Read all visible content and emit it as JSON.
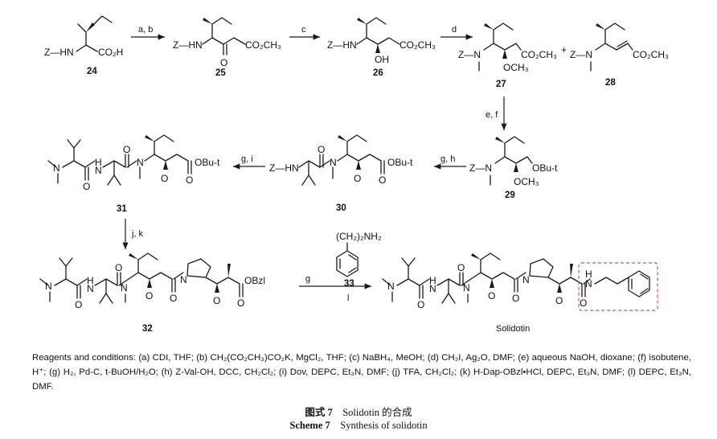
{
  "compounds": {
    "c24": "24",
    "c25": "25",
    "c26": "26",
    "c27": "27",
    "c28": "28",
    "c29": "29",
    "c30": "30",
    "c31": "31",
    "c32": "32",
    "c33": "33",
    "solidotin": "Solidotin"
  },
  "steps": {
    "ab": "a, b",
    "c": "c",
    "d": "d",
    "ef": "e, f",
    "gh": "g, h",
    "gi": "g, i",
    "jk": "j, k",
    "g": "g",
    "l": "l"
  },
  "atoms": {
    "z_hn": "Z—HN",
    "z_n": "Z—N",
    "co2h": "CO₂H",
    "co2ch3": "CO₂CH₃",
    "o": "O",
    "oh": "OH",
    "och3": "OCH₃",
    "obu_t": "OBu-t",
    "n": "N",
    "hn": "H N",
    "h": "H",
    "obzl": "OBzl",
    "plus": "+",
    "ch2_2nh2": "(CH₂)₂NH₂"
  },
  "reagents": {
    "label": "Reagents and conditions:",
    "text": "(a) CDI, THF; (b) CH₂(CO₂CH₃)CO₂K, MgCl₂, THF; (c) NaBH₄, MeOH; (d) CH₃I, Ag₂O, DMF; (e) aqueous NaOH, dioxane; (f) isobutene, H⁺; (g) H₂, Pd-C, t-BuOH/H₂O; (h) Z-Val-OH, DCC, CH₂Cl₂; (i) Dov, DEPC, Et₃N, DMF; (j) TFA, CH₂Cl₂; (k) H-Dap-OBzl•HCl, DEPC, Et₃N, DMF; (l) DEPC, Et₃N, DMF."
  },
  "caption": {
    "cn_label": "图式 7",
    "cn_text": "Solidotin 的合成",
    "en_label": "Scheme 7",
    "en_text": "Synthesis of solidotin"
  },
  "colors": {
    "ink": "#1a1a1a",
    "highlight_box": "#d9534f"
  }
}
